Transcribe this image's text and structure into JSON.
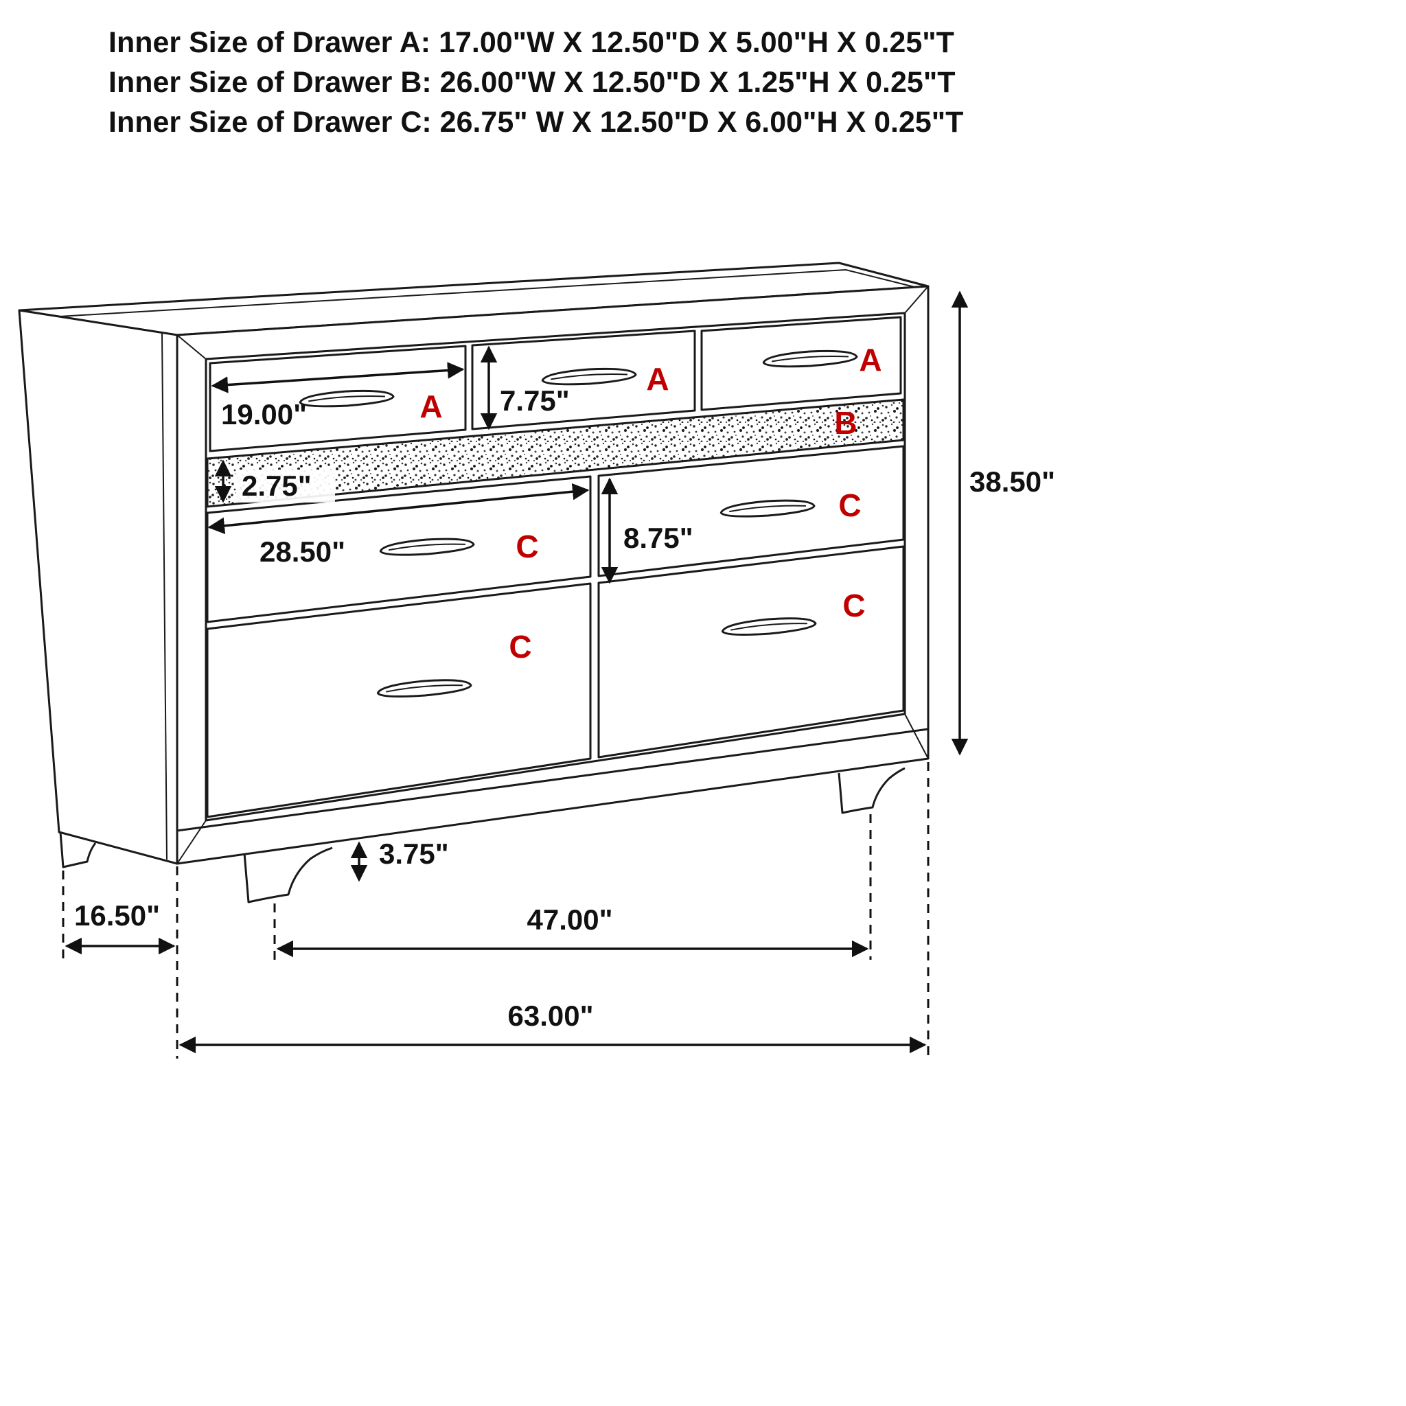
{
  "header": {
    "lines": [
      "Inner Size of Drawer A: 17.00\"W X 12.50\"D X 5.00\"H X 0.25\"T",
      "Inner Size of Drawer B: 26.00\"W X 12.50\"D X 1.25\"H X 0.25\"T",
      "Inner Size of Drawer C: 26.75\" W X 12.50\"D X 6.00\"H X 0.25\"T"
    ]
  },
  "labels": {
    "a1": "A",
    "a2": "A",
    "a3": "A",
    "b": "B",
    "c_top_left": "C",
    "c_top_right": "C",
    "c_bottom_left": "C",
    "c_bottom_right": "C"
  },
  "dimensions": {
    "drawer_a_front_width": "19.00\"",
    "drawer_a_front_height": "7.75\"",
    "drawer_b_front_height": "2.75\"",
    "drawer_c_front_width": "28.50\"",
    "drawer_c_front_height": "8.75\"",
    "overall_height": "38.50\"",
    "foot_height": "3.75\"",
    "overall_depth": "16.50\"",
    "between_legs_width": "47.00\"",
    "overall_width": "63.00\""
  },
  "colors": {
    "drawer_label": "#c00000",
    "line": "#1a1a1a",
    "background": "#ffffff"
  }
}
